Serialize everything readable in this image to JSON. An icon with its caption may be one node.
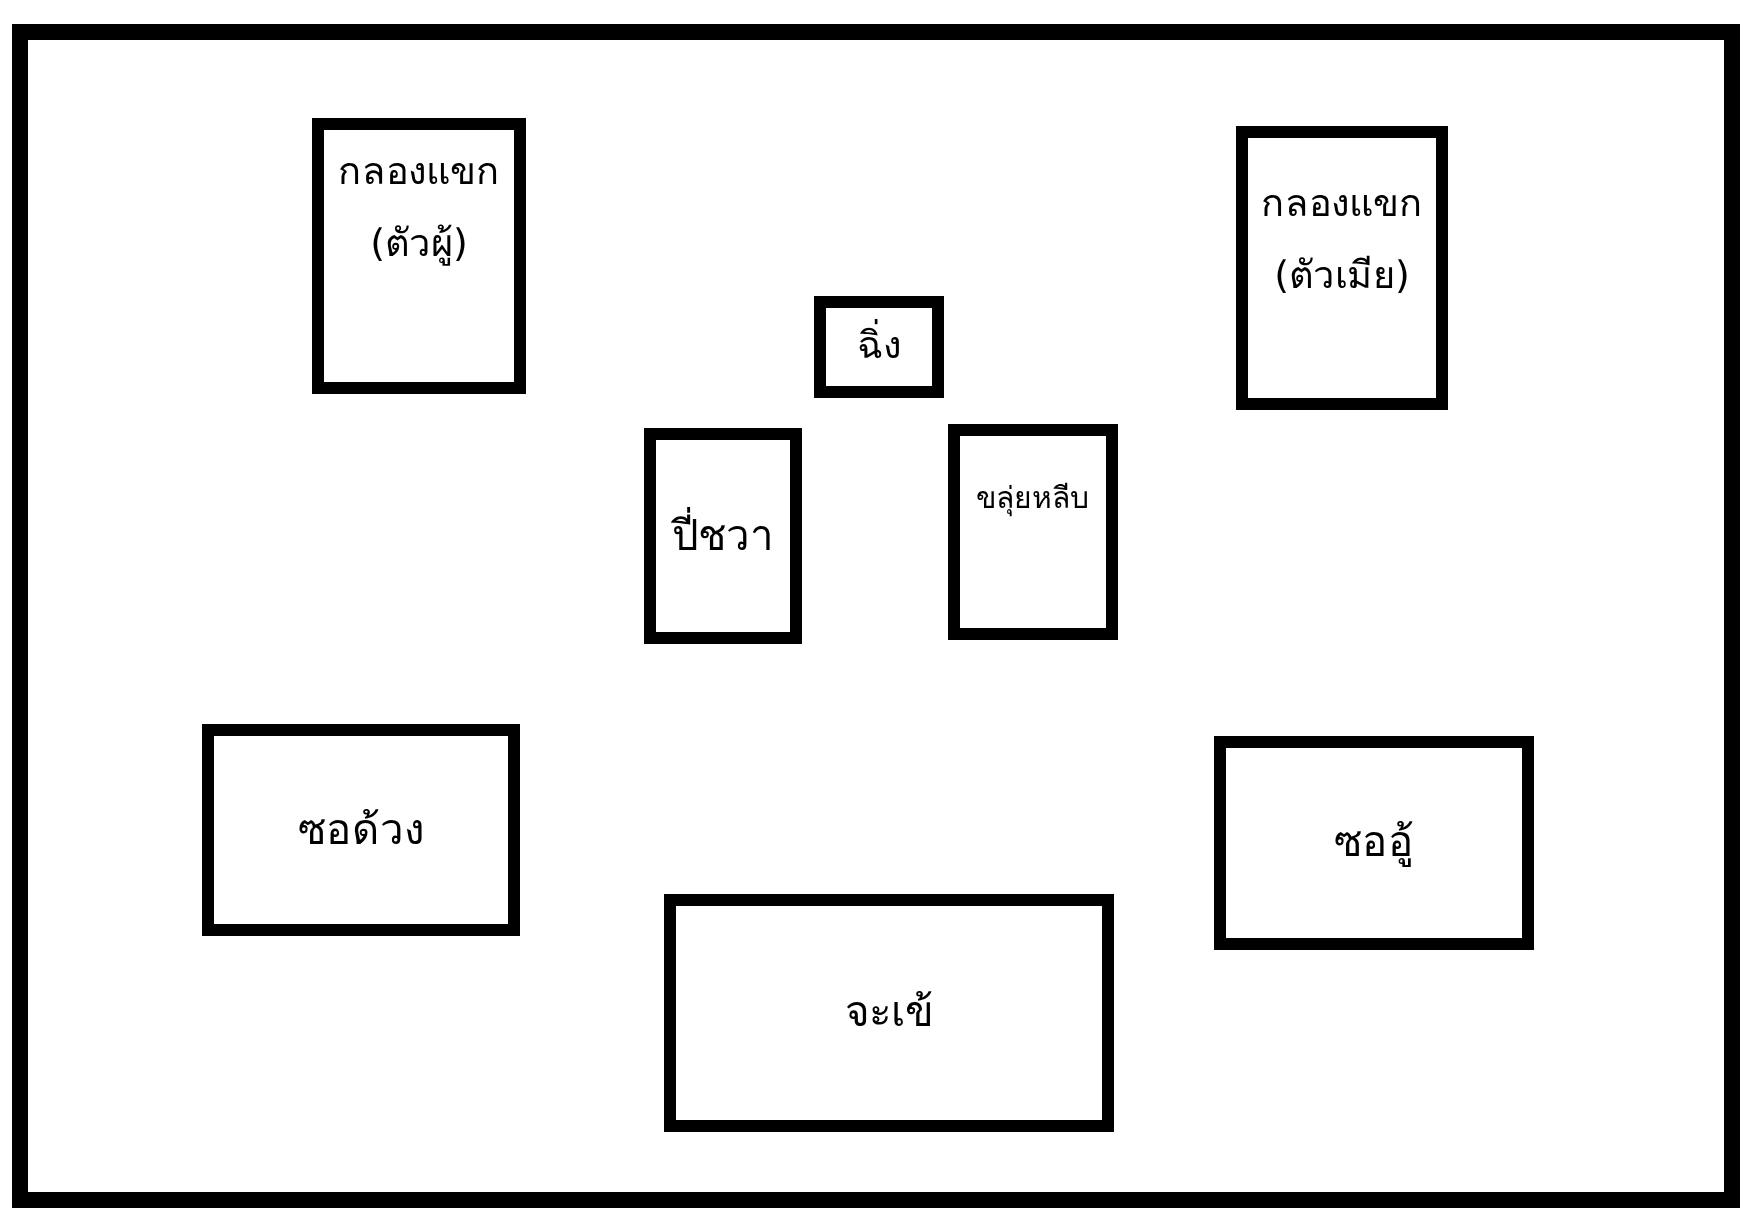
{
  "diagram": {
    "nodes": [
      {
        "text": [
          "กลองแขก",
          "(ตัวผู้)"
        ]
      },
      {
        "text": [
          "กลองแขก",
          "(ตัวเมีย)"
        ]
      },
      {
        "text": [
          "ฉิ่ง"
        ]
      },
      {
        "text": [
          "ปี่ชวา"
        ]
      },
      {
        "text": [
          "ขลุ่ยหลีบ"
        ]
      },
      {
        "text": [
          "ซอด้วง"
        ]
      },
      {
        "text": [
          "ซออู้"
        ]
      },
      {
        "text": [
          "จะเข้"
        ]
      }
    ]
  }
}
